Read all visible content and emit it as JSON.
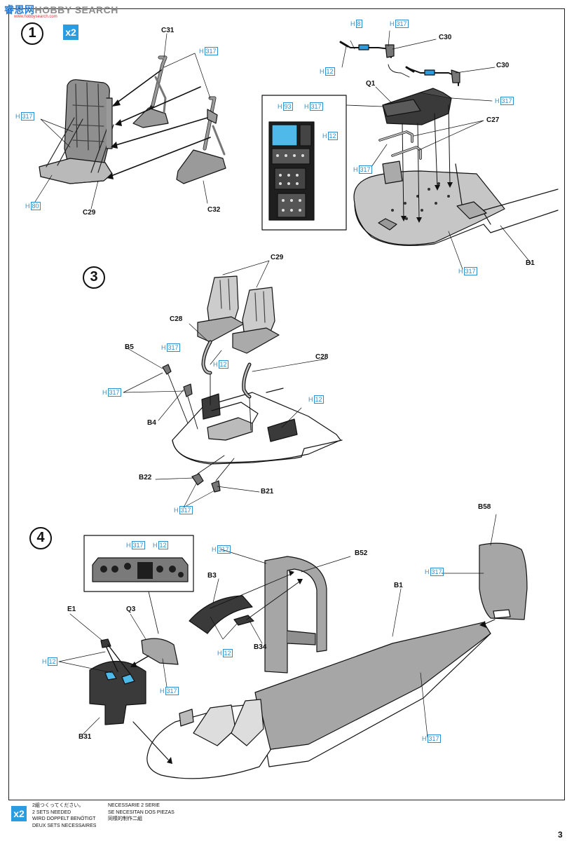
{
  "watermark": {
    "cn": "睿恩网",
    "en": "HOBBY SEARCH",
    "sub": "www.hobbysearch.com"
  },
  "steps": [
    {
      "num": "1"
    },
    {
      "num": "3"
    },
    {
      "num": "4"
    }
  ],
  "badge_x2": "x2",
  "colors": {
    "accent": "#2b9ce0",
    "code": "#2b8fd2",
    "line": "#111111",
    "fill_dark": "#3a3a3a",
    "fill_mid": "#a6a6a6"
  },
  "parts": {
    "c31": "C31",
    "c29": "C29",
    "c32": "C32",
    "c30a": "C30",
    "c30b": "C30",
    "q1": "Q1",
    "c27": "C27",
    "b1a": "B1",
    "c29b": "C29",
    "c28a": "C28",
    "c28b": "C28",
    "b5": "B5",
    "b4": "B4",
    "b22": "B22",
    "b21": "B21",
    "b58": "B58",
    "b52": "B52",
    "b3": "B3",
    "b1b": "B1",
    "e1": "E1",
    "q3": "Q3",
    "b34": "B34",
    "b31": "B31"
  },
  "codes": {
    "h": "H",
    "v317": "317",
    "v80": "80",
    "v8": "8",
    "v12": "12",
    "v93": "93"
  },
  "footer": {
    "col1": [
      "2組つくってください。",
      "2 SETS NEEDED",
      "WIRD DOPPELT BENÖTIGT",
      "DEUX SETS NECESSAIRES"
    ],
    "col2": [
      "NECESSARIE 2 SERIE",
      "SE NECESITAN DOS PIEZAS",
      "同樣的制作二組"
    ]
  },
  "page_number": "3"
}
